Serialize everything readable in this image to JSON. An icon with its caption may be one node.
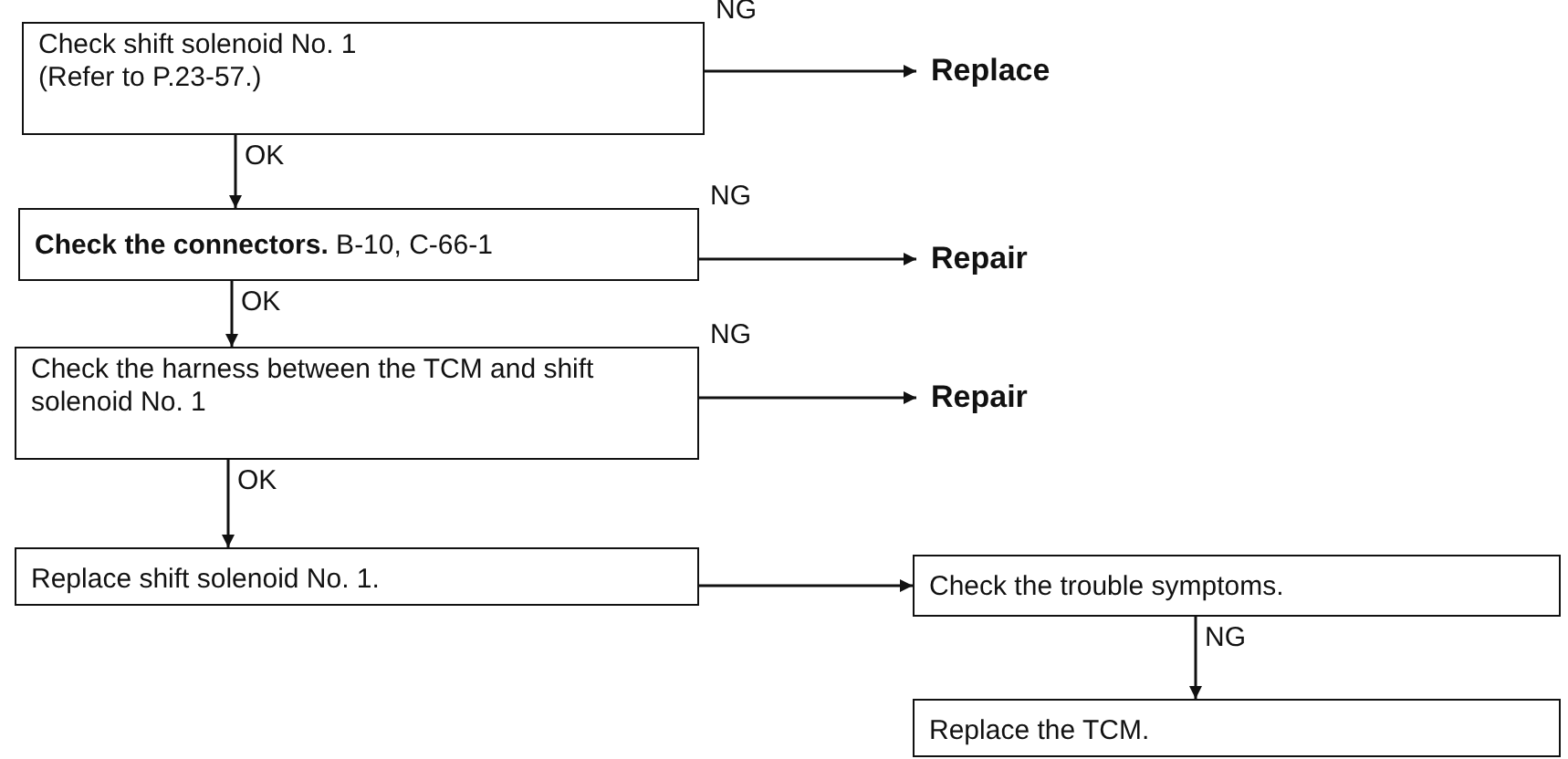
{
  "diagram": {
    "nodes": [
      {
        "text": [
          "Check shift solenoid No. 1",
          "(Refer to P.23-57.)"
        ]
      },
      {
        "text": [
          "Replace"
        ]
      },
      {
        "text": [
          "**Check the connectors.** B-10, C-66-1"
        ]
      },
      {
        "text": [
          "Repair"
        ]
      },
      {
        "text": [
          "Check the harness between the TCM and shift solenoid No. 1"
        ]
      },
      {
        "text": [
          "Repair"
        ]
      },
      {
        "text": [
          "Replace shift solenoid No. 1."
        ]
      },
      {
        "text": [
          "Check the trouble symptoms."
        ]
      },
      {
        "text": [
          "Replace the TCM."
        ]
      }
    ],
    "edges": [
      {
        "from": 0,
        "to": 1,
        "arrow": "to",
        "label": "NG"
      },
      {
        "from": 0,
        "to": 2,
        "arrow": "to",
        "label": "OK"
      },
      {
        "from": 2,
        "to": 3,
        "arrow": "to",
        "label": "NG"
      },
      {
        "from": 2,
        "to": 4,
        "arrow": "to",
        "label": "OK"
      },
      {
        "from": 4,
        "to": 5,
        "arrow": "to",
        "label": "NG"
      },
      {
        "from": 4,
        "to": 6,
        "arrow": "to",
        "label": "OK"
      },
      {
        "from": 6,
        "to": 7,
        "arrow": "to"
      },
      {
        "from": 7,
        "to": 8,
        "arrow": "to",
        "label": "NG"
      }
    ]
  }
}
